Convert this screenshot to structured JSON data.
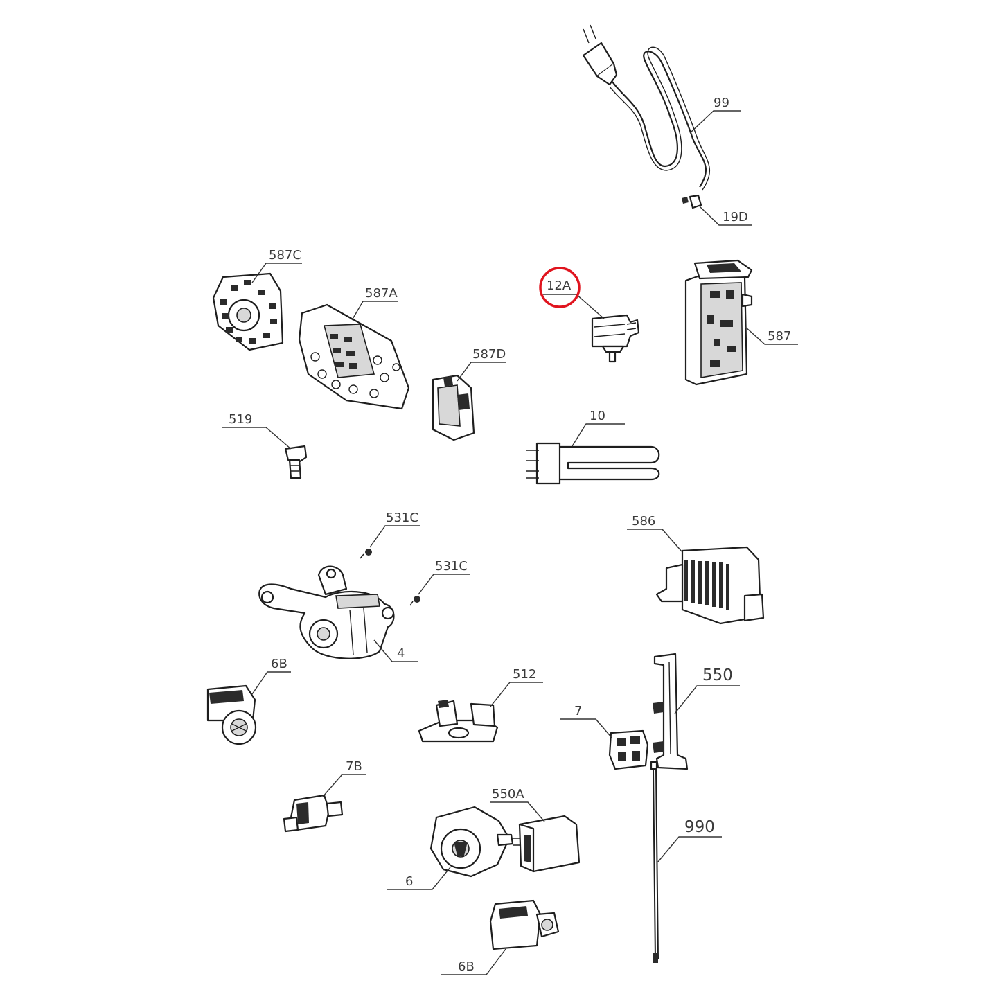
{
  "highlight_color": "#e0141e",
  "highlighted_part": "12A",
  "callouts": {
    "c99": "99",
    "c19D": "19D",
    "c587C": "587C",
    "c587A": "587A",
    "c12A": "12A",
    "c587": "587",
    "c587D": "587D",
    "c519": "519",
    "c10": "10",
    "c531C_a": "531C",
    "c531C_b": "531C",
    "c586": "586",
    "c4": "4",
    "c6B_a": "6B",
    "c512": "512",
    "c550": "550",
    "c7": "7",
    "c7B": "7B",
    "c550A": "550A",
    "c990": "990",
    "c6": "6",
    "c6B_b": "6B"
  }
}
